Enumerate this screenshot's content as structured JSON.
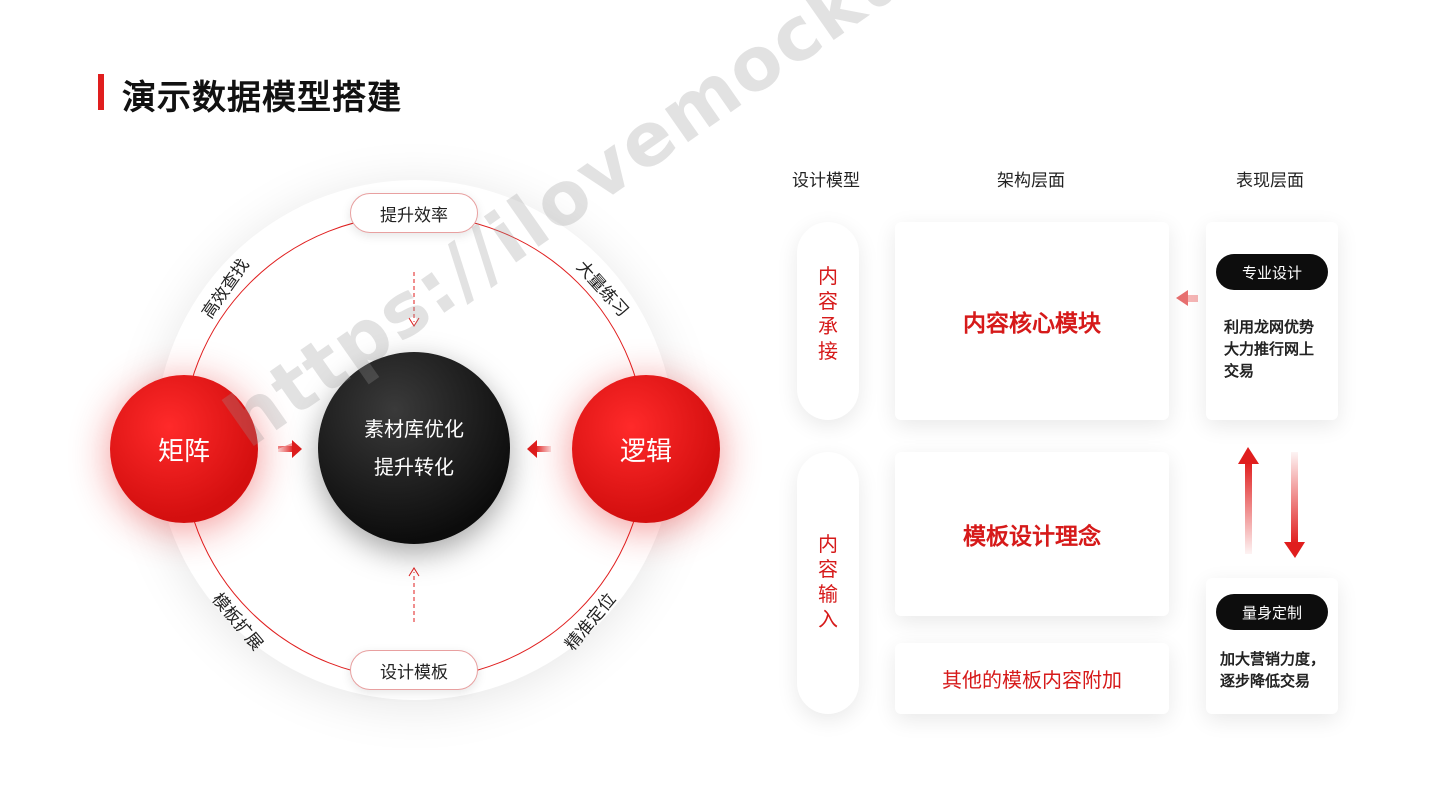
{
  "page": {
    "title": "演示数据模型搭建"
  },
  "cycle": {
    "top_pill": "提升效率",
    "bottom_pill": "设计模板",
    "left_circle": "矩阵",
    "right_circle": "逻辑",
    "center_line1": "素材库优化",
    "center_line2": "提升转化",
    "arc_top_left": "高效查找",
    "arc_top_right": "大量练习",
    "arc_bottom_left": "模板扩展",
    "arc_bottom_right": "精准定位"
  },
  "architecture": {
    "headers": [
      "设计模型",
      "架构层面",
      "表现层面"
    ],
    "model_upper": "内容承接",
    "model_lower": "内容输入",
    "center_upper": "内容核心模块",
    "center_middle": "模板设计理念",
    "center_lower": "其他的模板内容附加",
    "right_upper_tag": "专业设计",
    "right_upper_desc": [
      "利用龙网优势",
      "大力推行网上",
      "交易"
    ],
    "right_lower_tag": "量身定制",
    "right_lower_desc": [
      "加大营销力度，",
      "逐步降低交易"
    ]
  },
  "watermark": "https://ilovemockup.club 整理",
  "colors": {
    "accent": "#e01e1e",
    "dark": "#0d0d0d"
  }
}
